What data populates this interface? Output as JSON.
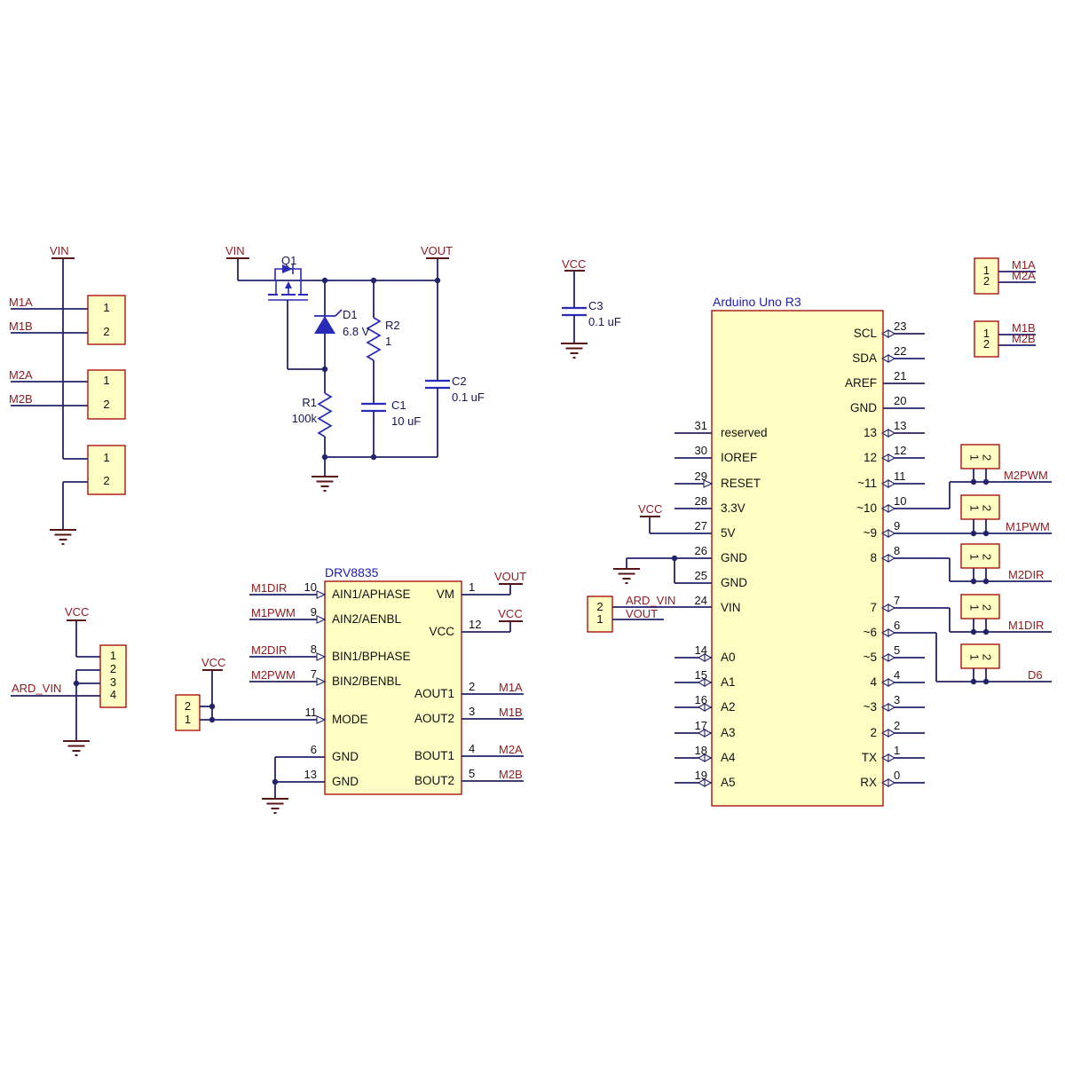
{
  "left_connectors": {
    "power_label": "VIN",
    "net_labels": [
      "M1A",
      "M1B",
      "M2A",
      "M2B"
    ],
    "boxes": [
      {
        "pins": [
          "1",
          "2"
        ]
      },
      {
        "pins": [
          "1",
          "2"
        ]
      },
      {
        "pins": [
          "1",
          "2"
        ]
      }
    ]
  },
  "gate_circuit": {
    "vin_label": "VIN",
    "vout_label": "VOUT",
    "q1": {
      "ref": "Q1"
    },
    "d1": {
      "ref": "D1",
      "value": "6.8 V"
    },
    "r2": {
      "ref": "R2",
      "value": "1"
    },
    "r1": {
      "ref": "R1",
      "value": "100k"
    },
    "c1": {
      "ref": "C1",
      "value": "10 uF"
    },
    "c2": {
      "ref": "C2",
      "value": "0.1 uF"
    }
  },
  "bypass_cap": {
    "power_label": "VCC",
    "ref": "C3",
    "value": "0.1 uF"
  },
  "drv8835": {
    "title": "DRV8835",
    "left_pins": [
      {
        "num": "10",
        "name": "AIN1/APHASE",
        "net": "M1DIR"
      },
      {
        "num": "9",
        "name": "AIN2/AENBL",
        "net": "M1PWM"
      },
      {
        "num": "8",
        "name": "BIN1/BPHASE",
        "net": "M2DIR"
      },
      {
        "num": "7",
        "name": "BIN2/BENBL",
        "net": "M2PWM"
      },
      {
        "num": "11",
        "name": "MODE"
      },
      {
        "num": "6",
        "name": "GND"
      },
      {
        "num": "13",
        "name": "GND"
      }
    ],
    "right_pins": [
      {
        "num": "1",
        "name": "VM",
        "flag": "VOUT"
      },
      {
        "num": "12",
        "name": "VCC",
        "flag": "VCC"
      },
      {
        "num": "2",
        "name": "AOUT1",
        "net": "M1A"
      },
      {
        "num": "3",
        "name": "AOUT2",
        "net": "M1B"
      },
      {
        "num": "4",
        "name": "BOUT1",
        "net": "M2A"
      },
      {
        "num": "5",
        "name": "BOUT2",
        "net": "M2B"
      }
    ],
    "mode_jumper": {
      "pins": [
        "2",
        "1"
      ],
      "power_label": "VCC"
    }
  },
  "arduino": {
    "title": "Arduino Uno R3",
    "power_label": "VCC",
    "left_pins": [
      {
        "num": "31",
        "name": "reserved",
        "style": "plain"
      },
      {
        "num": "30",
        "name": "IOREF",
        "style": "plain"
      },
      {
        "num": "29",
        "name": "RESET",
        "style": "in"
      },
      {
        "num": "28",
        "name": "3.3V",
        "style": "plain"
      },
      {
        "num": "27",
        "name": "5V",
        "style": "plain"
      },
      {
        "num": "26",
        "name": "GND",
        "style": "plain"
      },
      {
        "num": "25",
        "name": "GND",
        "style": "plain"
      },
      {
        "num": "24",
        "name": "VIN",
        "style": "plain"
      },
      {
        "num": "14",
        "name": "A0",
        "style": "bidi"
      },
      {
        "num": "15",
        "name": "A1",
        "style": "bidi"
      },
      {
        "num": "16",
        "name": "A2",
        "style": "bidi"
      },
      {
        "num": "17",
        "name": "A3",
        "style": "bidi"
      },
      {
        "num": "18",
        "name": "A4",
        "style": "bidi"
      },
      {
        "num": "19",
        "name": "A5",
        "style": "bidi"
      }
    ],
    "right_pins": [
      {
        "num": "23",
        "name": "SCL",
        "style": "bidi"
      },
      {
        "num": "22",
        "name": "SDA",
        "style": "bidi"
      },
      {
        "num": "21",
        "name": "AREF",
        "style": "plain"
      },
      {
        "num": "20",
        "name": "GND",
        "style": "plain"
      },
      {
        "num": "13",
        "name": "13",
        "style": "bidi"
      },
      {
        "num": "12",
        "name": "12",
        "style": "bidi"
      },
      {
        "num": "11",
        "name": "~11",
        "style": "bidi"
      },
      {
        "num": "10",
        "name": "~10",
        "style": "bidi"
      },
      {
        "num": "9",
        "name": "~9",
        "style": "bidi"
      },
      {
        "num": "8",
        "name": "8",
        "style": "bidi"
      },
      {
        "num": "7",
        "name": "7",
        "style": "bidi"
      },
      {
        "num": "6",
        "name": "~6",
        "style": "bidi"
      },
      {
        "num": "5",
        "name": "~5",
        "style": "bidi"
      },
      {
        "num": "4",
        "name": "4",
        "style": "bidi"
      },
      {
        "num": "3",
        "name": "~3",
        "style": "bidi"
      },
      {
        "num": "2",
        "name": "2",
        "style": "bidi"
      },
      {
        "num": "1",
        "name": "TX",
        "style": "bidi"
      },
      {
        "num": "0",
        "name": "RX",
        "style": "bidi"
      }
    ],
    "vin_jumper": {
      "pins": [
        "2",
        "1"
      ],
      "nets": [
        "ARD_VIN",
        "VOUT"
      ]
    }
  },
  "motor_outputs": [
    {
      "pins": [
        "1",
        "2"
      ],
      "nets": [
        "M1A",
        "M2A"
      ]
    },
    {
      "pins": [
        "1",
        "2"
      ],
      "nets": [
        "M1B",
        "M2B"
      ]
    }
  ],
  "signal_jumpers": [
    {
      "pins": [
        "1",
        "2"
      ],
      "net": "M2PWM"
    },
    {
      "pins": [
        "1",
        "2"
      ],
      "net": "M1PWM"
    },
    {
      "pins": [
        "1",
        "2"
      ],
      "net": "M2DIR"
    },
    {
      "pins": [
        "1",
        "2"
      ],
      "net": "M1DIR"
    },
    {
      "pins": [
        "1",
        "2"
      ],
      "net": "D6"
    }
  ],
  "power_select": {
    "pins": [
      "1",
      "2",
      "3",
      "4"
    ],
    "power_label": "VCC",
    "net_label": "ARD_VIN"
  }
}
